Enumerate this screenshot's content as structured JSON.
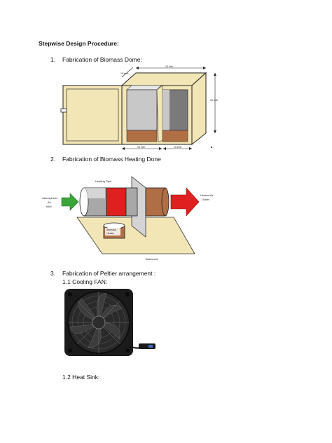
{
  "heading": "Stepwise Design Procedure:",
  "steps": [
    {
      "number": "1.",
      "label": "Fabrication of Biomass Dome:"
    },
    {
      "number": "2.",
      "label": "Fabrication of Biomass Heating Done"
    },
    {
      "number": "3.",
      "label": "Fabrication of Peltier arrangement :"
    }
  ],
  "substeps": [
    {
      "label": "1.1 Cooling FAN:"
    },
    {
      "label": "1.2 Heat Sink:"
    }
  ],
  "dome_diagram": {
    "dim_top": "15 inch",
    "dim_small": "15 inch",
    "dim_right": "16 inch",
    "dim_bottom_left": "16 inch",
    "dim_bottom_right": "10 inch",
    "colors": {
      "panel": "#f3e6b6",
      "grey_light": "#c8c8c8",
      "grey_dark": "#7a7a7a",
      "brown": "#b06e45"
    }
  },
  "heating_diagram": {
    "pipe_label": "Heating Pipe",
    "inlet_label_1": "Atmospheric",
    "inlet_label_2": "Air",
    "inlet_label_3": "Inlet",
    "outlet_label_1": "Heated Air",
    "outlet_label_2": "Outlet",
    "heater_label_1": "Biomass",
    "heater_label_2": "Heater",
    "base_label": "Basement",
    "colors": {
      "inlet_arrow": "#3aa63a",
      "outlet_arrow": "#e02020",
      "pipe_red": "#e0201e",
      "pipe_brown": "#b06e45",
      "pipe_grey": "#a8a8a8",
      "base": "#f3e6b6"
    }
  }
}
